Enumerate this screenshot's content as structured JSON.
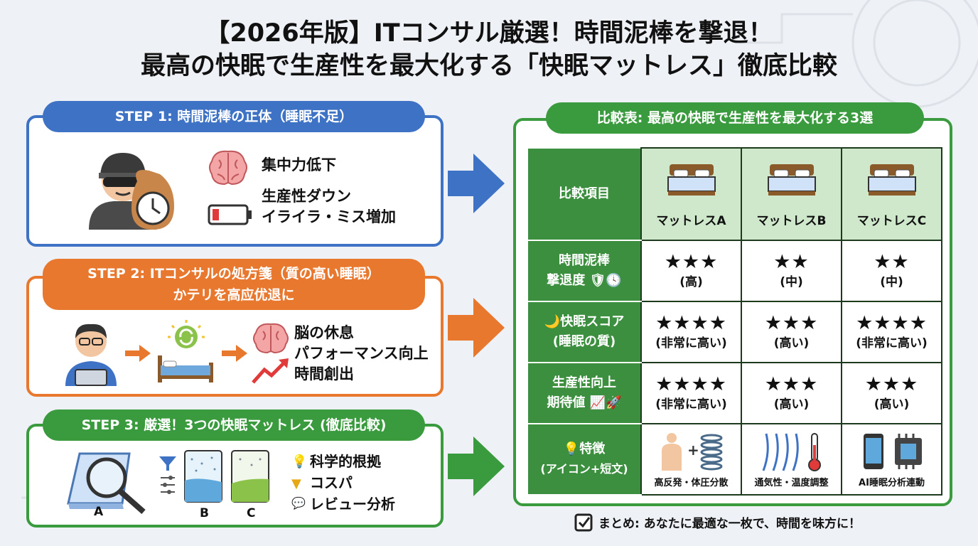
{
  "title": {
    "line1": "【2026年版】ITコンサル厳選！時間泥棒を撃退！",
    "line2": "最高の快眠で生産性を最大化する「快眠マットレス」徹底比較"
  },
  "step1": {
    "heading": "STEP 1: 時間泥棒の正体（睡眠不足）",
    "item1": "集中力低下",
    "item2a": "生産性ダウン",
    "item2b": "イライラ・ミス増加"
  },
  "step2": {
    "heading1": "STEP 2: ITコンサルの処方箋（質の高い睡眠）",
    "heading2": "かテリを高应优退に",
    "item1": "脳の休息",
    "item2": "パフォーマンス向上",
    "item3": "時間創出"
  },
  "step3": {
    "heading": "STEP 3: 厳選！3つの快眠マットレス (徹底比較)",
    "label_a": "A",
    "label_b": "B",
    "label_c": "C",
    "item1": "科学的根拠",
    "item2": "コスパ",
    "item3": "レビュー分析"
  },
  "comparison": {
    "heading": "比較表: 最高の快眠で生産性を最大化する3選",
    "corner": "比較項目",
    "products": [
      "マットレスA",
      "マットレスB",
      "マットレスC"
    ],
    "rows": [
      {
        "label1": "時間泥棒",
        "label2": "撃退度",
        "cells": [
          {
            "stars": "★★★",
            "rating": "(高)"
          },
          {
            "stars": "★★",
            "rating": "(中)"
          },
          {
            "stars": "★★",
            "rating": "(中)"
          }
        ]
      },
      {
        "label1": "🌙快眠スコア",
        "label2": "(睡眠の質)",
        "cells": [
          {
            "stars": "★★★★",
            "rating": "(非常に高い)"
          },
          {
            "stars": "★★★",
            "rating": "(高い)"
          },
          {
            "stars": "★★★★",
            "rating": "(非常に高い)"
          }
        ]
      },
      {
        "label1": "生産性向上",
        "label2": "期待値",
        "cells": [
          {
            "stars": "★★★★",
            "rating": "(非常に高い)"
          },
          {
            "stars": "★★★",
            "rating": "(高い)"
          },
          {
            "stars": "★★★",
            "rating": "(高い)"
          }
        ]
      },
      {
        "label1": "特徴",
        "label2": "(アイコン+短文)",
        "cells": [
          {
            "feature": "高反発・体圧分散"
          },
          {
            "feature": "通気性・温度調整"
          },
          {
            "feature": "AI睡眠分析連動"
          }
        ]
      }
    ],
    "summary": "まとめ: あなたに最適な一枚で、時間を味方に！"
  },
  "colors": {
    "step1": "#3e72c4",
    "step2": "#e9782f",
    "step3": "#3a9a3e",
    "table_header": "#3c8f3f"
  }
}
